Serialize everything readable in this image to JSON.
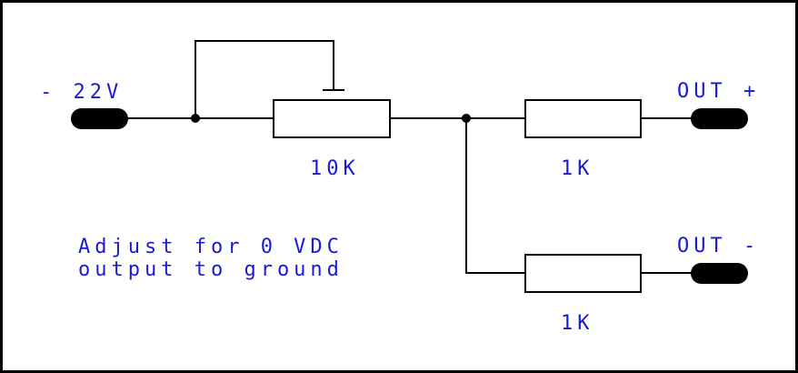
{
  "labels": {
    "supply": "- 22V",
    "out_plus": "OUT +",
    "out_minus": "OUT -",
    "pot_value": "10K",
    "r1_value": "1K",
    "r2_value": "1K",
    "note_line1": "Adjust for 0 VDC",
    "note_line2": "output to ground"
  },
  "colors": {
    "label": "#1a1ad6",
    "wire": "#000000",
    "background": "#ffffff"
  },
  "components": [
    {
      "id": "supply-terminal",
      "kind": "terminal"
    },
    {
      "id": "potentiometer",
      "kind": "potentiometer",
      "value": "10K"
    },
    {
      "id": "resistor-top",
      "kind": "resistor",
      "value": "1K"
    },
    {
      "id": "resistor-bottom",
      "kind": "resistor",
      "value": "1K"
    },
    {
      "id": "out-plus-terminal",
      "kind": "terminal"
    },
    {
      "id": "out-minus-terminal",
      "kind": "terminal"
    }
  ]
}
